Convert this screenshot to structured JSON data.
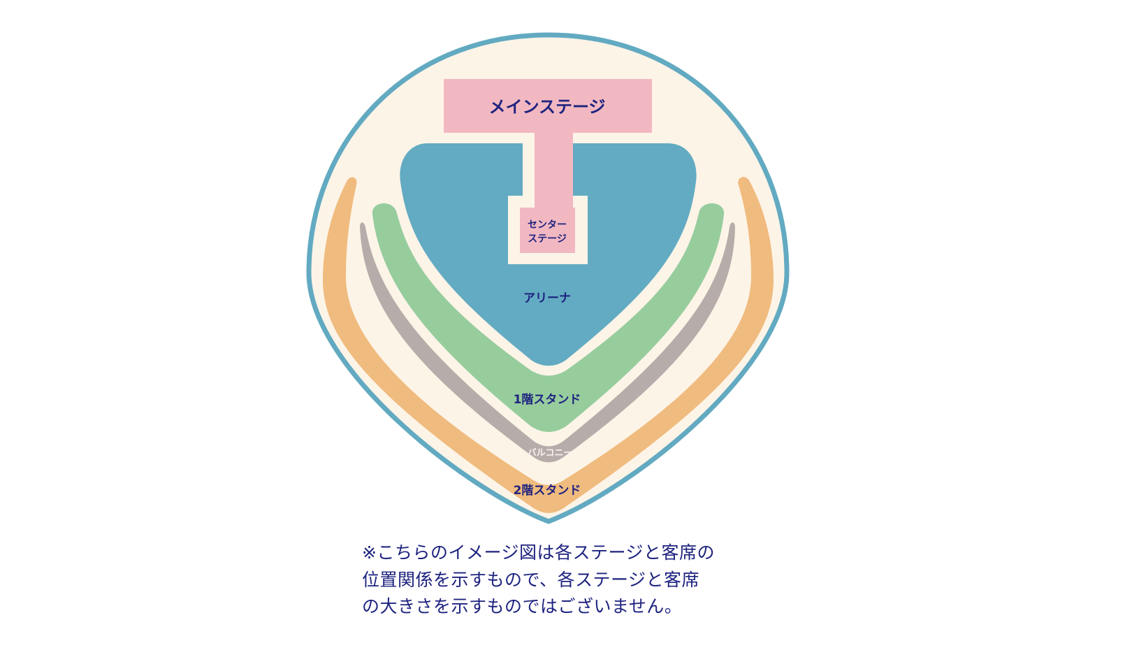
{
  "colors": {
    "outline": "#62aac1",
    "venue_fill": "#fdf4e8",
    "stage": "#f2b8c2",
    "arena": "#63abc2",
    "stand_1f": "#97cd9d",
    "balcony": "#b6adaa",
    "stand_2f": "#f0bb7e",
    "label_text": "#1e237f",
    "balcony_text": "#f7f2ee"
  },
  "sections": {
    "main_stage": "メインステージ",
    "center_stage_line1": "センター",
    "center_stage_line2": "ステージ",
    "arena": "アリーナ",
    "stand_1f": "1階スタンド",
    "balcony": "バルコニー",
    "stand_2f": "2階スタンド"
  },
  "note": {
    "lines": [
      "※こちらのイメージ図は各ステージと客席の",
      "位置関係を示すもので、各ステージと客席",
      "の大きさを示すものではございません。"
    ]
  }
}
